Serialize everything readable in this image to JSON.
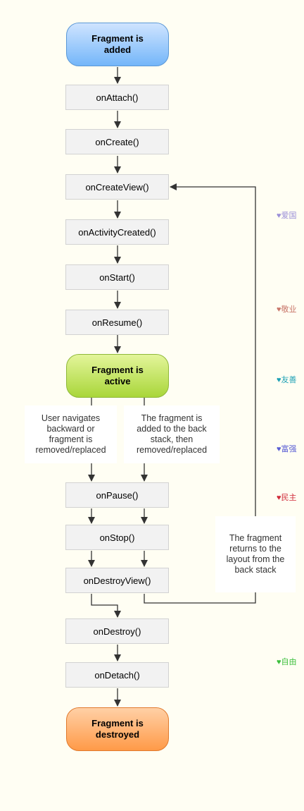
{
  "states": {
    "added": "Fragment is\nadded",
    "active": "Fragment is\nactive",
    "destroyed": "Fragment is\ndestroyed"
  },
  "callbacks": {
    "on_attach": "onAttach()",
    "on_create": "onCreate()",
    "on_create_view": "onCreateView()",
    "on_activity_created": "onActivityCreated()",
    "on_start": "onStart()",
    "on_resume": "onResume()",
    "on_pause": "onPause()",
    "on_stop": "onStop()",
    "on_destroy_view": "onDestroyView()",
    "on_destroy": "onDestroy()",
    "on_detach": "onDetach()"
  },
  "notes": {
    "left_branch": "User navigates\nbackward or\nfragment is\nremoved/replaced",
    "right_branch": "The fragment is\nadded to the back\nstack, then\nremoved/replaced",
    "return": "The fragment\nreturns to the\nlayout from the\nback stack"
  },
  "side_marks": [
    {
      "text": "♥爱国",
      "color": "#9b8fd8"
    },
    {
      "text": "♥敬业",
      "color": "#c9776a"
    },
    {
      "text": "♥友善",
      "color": "#1ea1b5"
    },
    {
      "text": "♥富强",
      "color": "#5b5fd4"
    },
    {
      "text": "♥民主",
      "color": "#d02b3a"
    },
    {
      "text": "♥自由",
      "color": "#3cbf3c"
    }
  ],
  "colors": {
    "arrow": "#333333",
    "state_added": "#74b6f9",
    "state_active": "#a9d63a",
    "state_destroyed": "#ff9a48"
  }
}
